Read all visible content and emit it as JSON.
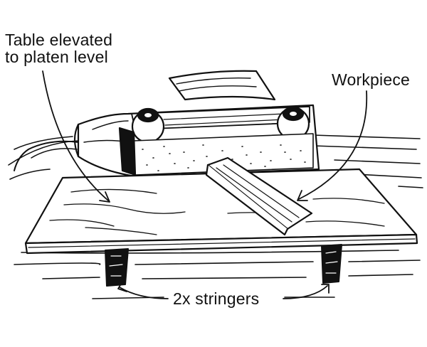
{
  "labels": {
    "table_line1": "Table elevated",
    "table_line2": "to platen level",
    "workpiece": "Workpiece",
    "stringers": "2x stringers"
  },
  "colors": {
    "ink": "#111111",
    "paper": "#ffffff"
  }
}
